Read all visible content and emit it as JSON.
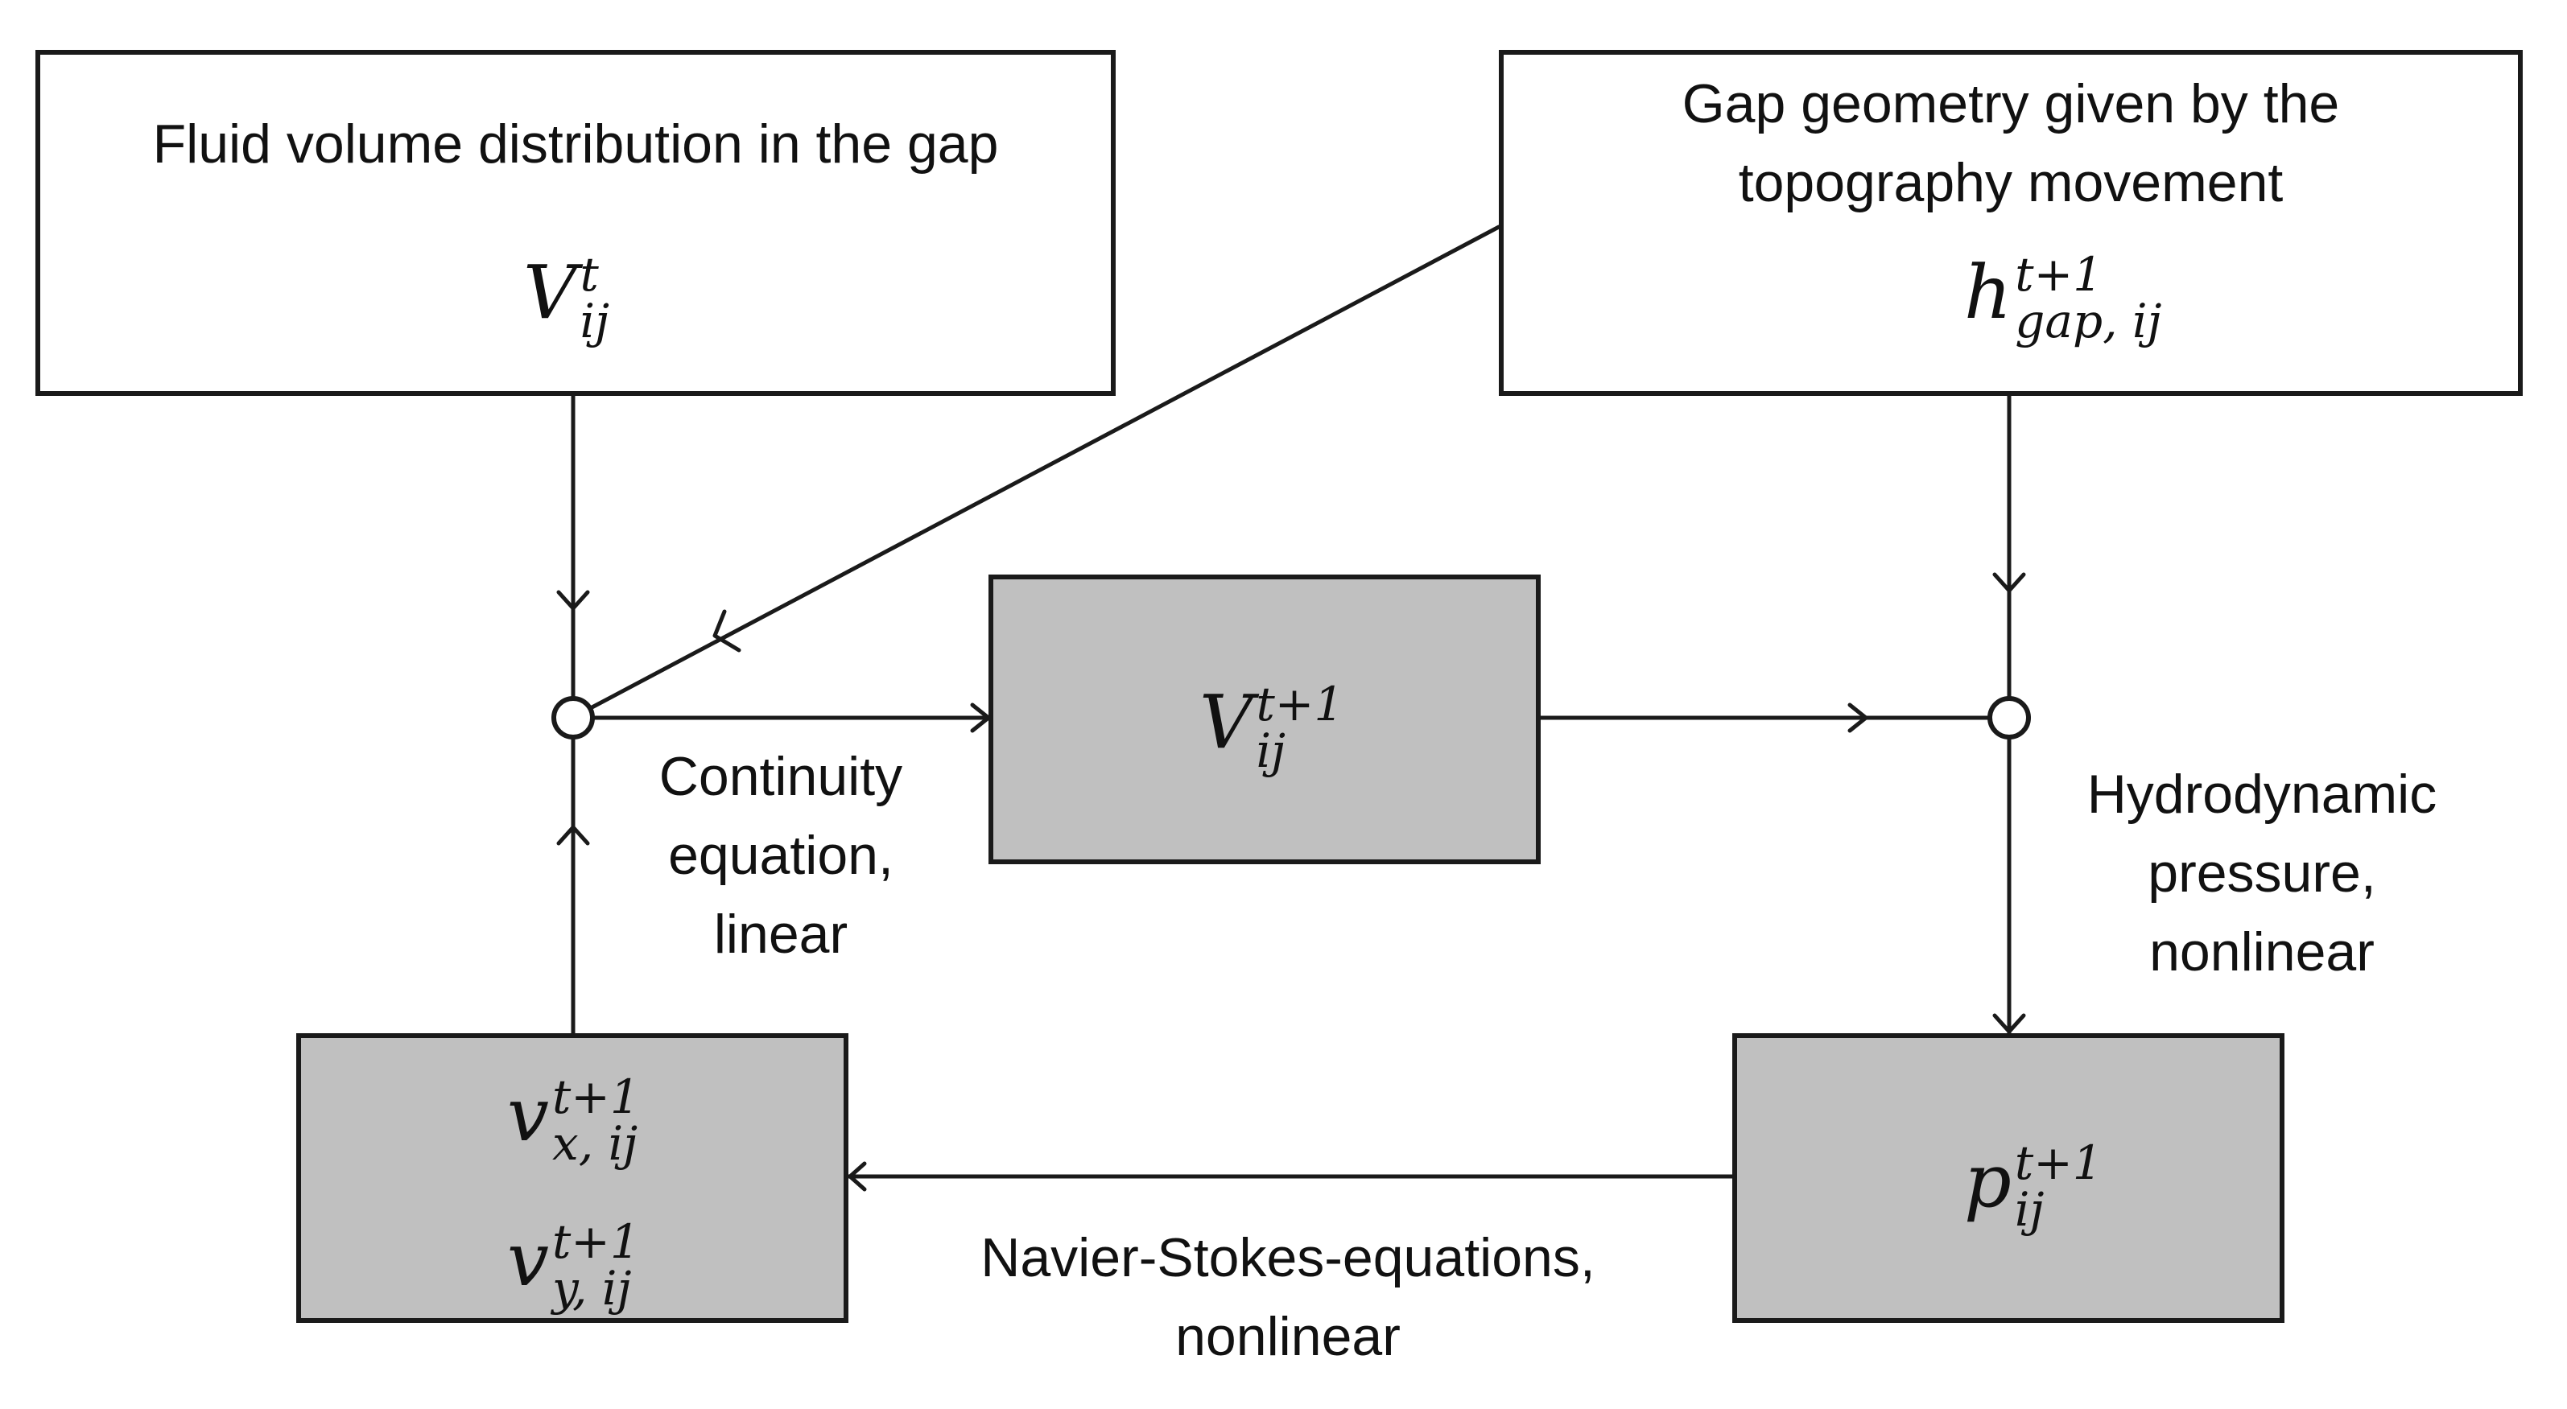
{
  "boxes": {
    "fluid_volume": {
      "label": "Fluid volume distribution in the gap",
      "symbol": {
        "base": "V",
        "sup": "t",
        "sub": "ij"
      }
    },
    "gap_geometry": {
      "label_line1": "Gap geometry given by the",
      "label_line2": "topography movement",
      "symbol": {
        "base": "h",
        "sup": "t+1",
        "sub": "gap, ij"
      }
    },
    "volume_next": {
      "symbol": {
        "base": "V",
        "sup": "t+1",
        "sub": "ij"
      }
    },
    "velocity": {
      "symbol_x": {
        "base": "v",
        "sup": "t+1",
        "sub": "x, ij"
      },
      "symbol_y": {
        "base": "v",
        "sup": "t+1",
        "sub": "y, ij"
      }
    },
    "pressure": {
      "symbol": {
        "base": "p",
        "sup": "t+1",
        "sub": "ij"
      }
    }
  },
  "labels": {
    "continuity": [
      "Continuity",
      "equation,",
      "linear"
    ],
    "hydrodynamic": [
      "Hydrodynamic",
      "pressure,",
      "nonlinear"
    ],
    "navier_stokes": [
      "Navier-Stokes-equations,",
      "nonlinear"
    ]
  },
  "colors": {
    "stroke": "#1a1a1a",
    "gray_fill": "#c0c0c0",
    "white_fill": "#ffffff"
  }
}
